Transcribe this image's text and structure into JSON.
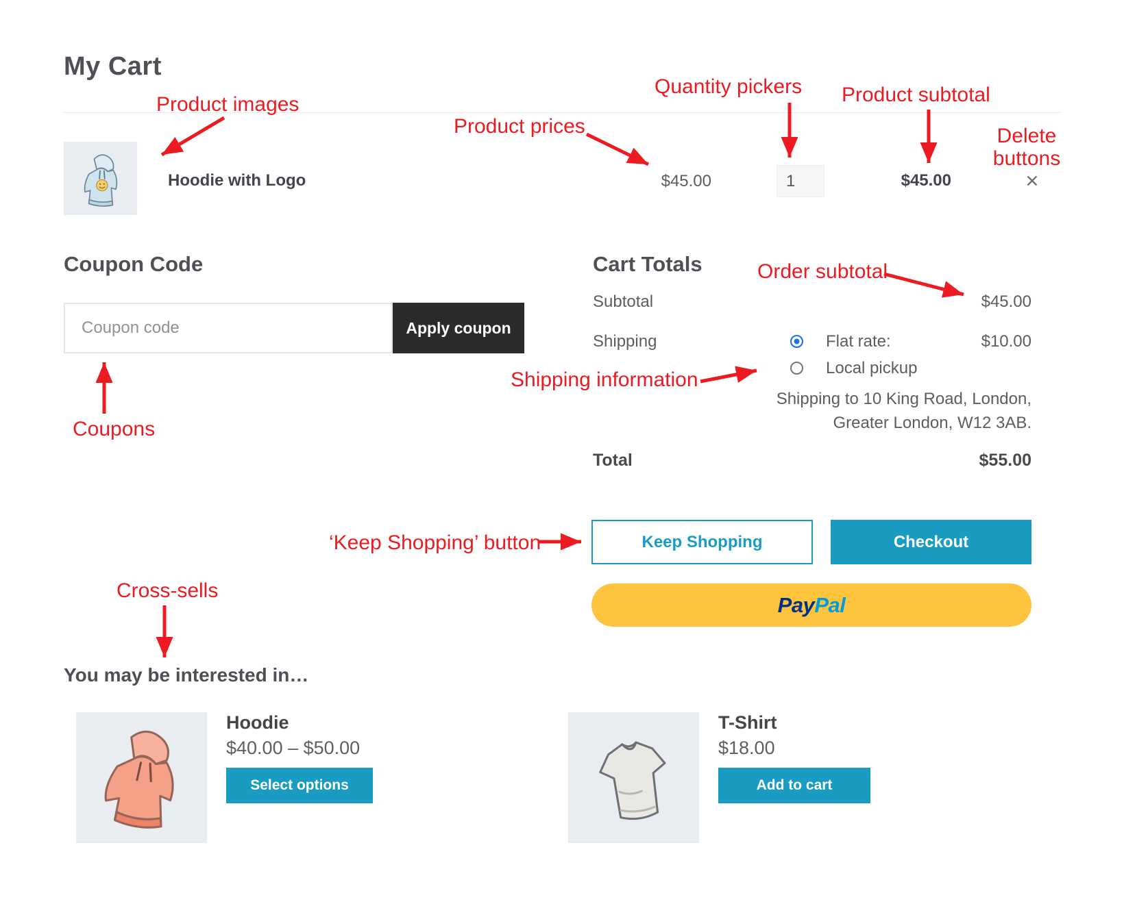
{
  "page": {
    "title": "My Cart"
  },
  "cart": {
    "item": {
      "name": "Hoodie with Logo",
      "price": "$45.00",
      "quantity": "1",
      "subtotal": "$45.00",
      "remove_glyph": "✕"
    }
  },
  "coupon": {
    "heading": "Coupon Code",
    "placeholder": "Coupon code",
    "apply_label": "Apply coupon"
  },
  "totals": {
    "heading": "Cart Totals",
    "subtotal_label": "Subtotal",
    "subtotal_value": "$45.00",
    "shipping_label": "Shipping",
    "shipping_options": [
      {
        "label": "Flat rate:",
        "value": "$10.00",
        "selected": true
      },
      {
        "label": "Local pickup",
        "value": "",
        "selected": false
      }
    ],
    "shipping_address_line1": "Shipping to 10 King Road, London,",
    "shipping_address_line2": "Greater London, W12 3AB.",
    "total_label": "Total",
    "total_value": "$55.00"
  },
  "actions": {
    "keep_shopping_label": "Keep Shopping",
    "checkout_label": "Checkout",
    "paypal_pay": "Pay",
    "paypal_pal": "Pal"
  },
  "cross_sells": {
    "heading": "You may be interested in…",
    "products": [
      {
        "name": "Hoodie",
        "price": "$40.00 – $50.00",
        "button_label": "Select options"
      },
      {
        "name": "T-Shirt",
        "price": "$18.00",
        "button_label": "Add to cart"
      }
    ]
  },
  "annotations": {
    "product_images": "Product images",
    "product_prices": "Product prices",
    "quantity_pickers": "Quantity pickers",
    "product_subtotal": "Product subtotal",
    "delete_buttons_line1": "Delete",
    "delete_buttons_line2": "buttons",
    "order_subtotal": "Order subtotal",
    "shipping_information": "Shipping information",
    "coupons": "Coupons",
    "keep_shopping": "‘Keep Shopping’ button",
    "cross_sells": "Cross-sells"
  },
  "colors": {
    "accent_teal": "#1a9cc2",
    "annotation_red": "#ec1b21",
    "paypal_gold": "#ffc43d",
    "paypal_navy": "#003087",
    "paypal_blue": "#009cde",
    "dark_button": "#2b2b2b",
    "radio_selected_blue": "#1a73e8",
    "product_image_bg": "#e9edf1"
  }
}
